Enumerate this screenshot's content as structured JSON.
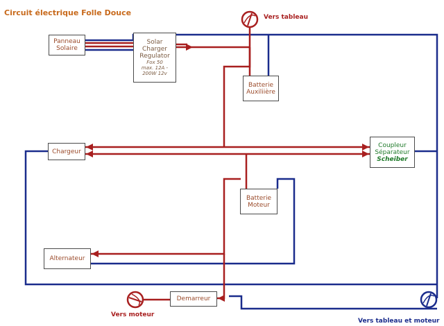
{
  "title": "Circuit électrique Folle Douce",
  "colors": {
    "red": "#a81f1f",
    "blue": "#1a2c8c",
    "box_text": "#9a4a2a",
    "title": "#c86a1c",
    "green": "#1f7a2a"
  },
  "boxes": {
    "panneau": {
      "line1": "Panneau",
      "line2": "Solaire"
    },
    "regulator": {
      "line1": "Solar",
      "line2": "Charger",
      "line3": "Regulator",
      "line4": "Fox 50",
      "line5": "max. 12A -",
      "line6": "200W 12v"
    },
    "batterie_aux": {
      "line1": "Batterie",
      "line2": "Auxiliière"
    },
    "chargeur": {
      "label": "Chargeur"
    },
    "coupleur": {
      "line1": "Coupleur",
      "line2": "Séparateur",
      "line3": "Scheiber"
    },
    "batterie_moteur": {
      "line1": "Batterie",
      "line2": "Moteur"
    },
    "alternateur": {
      "label": "Alternateur"
    },
    "demarreur": {
      "label": "Demarreur"
    }
  },
  "labels": {
    "vers_tableau": "Vers tableau",
    "vers_moteur": "Vers moteur",
    "vers_tableau_moteur": "Vers tableau et moteur"
  },
  "icons": {
    "fuse_top": "fuse-icon",
    "fuse_left": "fuse-icon",
    "fuse_right": "fuse-icon"
  }
}
